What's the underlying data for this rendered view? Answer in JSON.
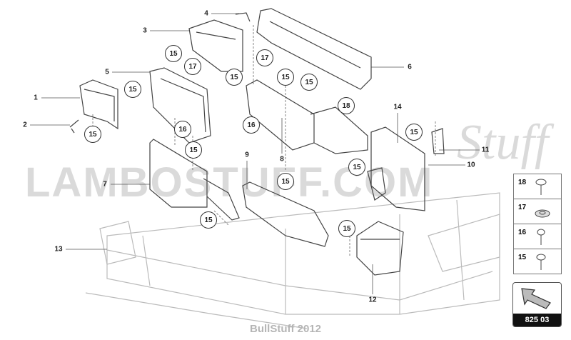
{
  "watermark": {
    "brand": "LAMBOSTUFF.COM",
    "script": "Stuff"
  },
  "callouts": [
    "1",
    "2",
    "3",
    "4",
    "5",
    "6",
    "7",
    "8",
    "9",
    "10",
    "11",
    "12",
    "13",
    "14"
  ],
  "fasteners": {
    "f15": "15",
    "f16": "16",
    "f17": "17",
    "f18": "18"
  },
  "legend": [
    {
      "number": "18",
      "icon": "screw-washer-icon"
    },
    {
      "number": "17",
      "icon": "washer-nut-icon"
    },
    {
      "number": "16",
      "icon": "screw-icon"
    },
    {
      "number": "15",
      "icon": "screw-flange-icon"
    }
  ],
  "reference": {
    "code": "825 03",
    "icon": "arrow-icon"
  },
  "footer": "BullStuff 2012"
}
